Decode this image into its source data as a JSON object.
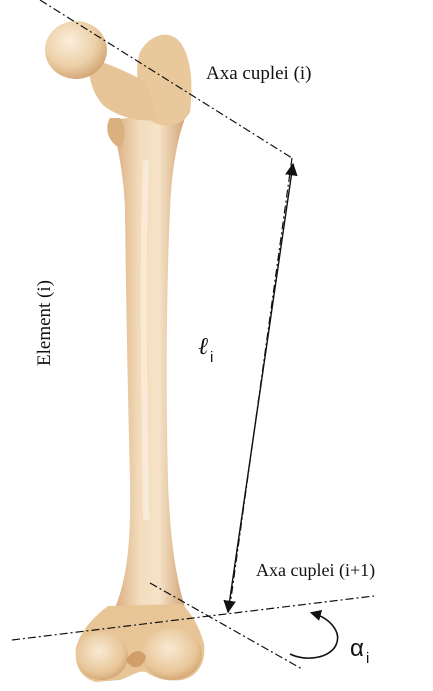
{
  "labels": {
    "axis_upper": "Axa cuplei (i)",
    "axis_lower": "Axa cuplei (i+1)",
    "element": "Element (i)",
    "length_symbol": "ℓ",
    "length_subscript": "i",
    "angle_symbol": "α",
    "angle_subscript": "i"
  },
  "colors": {
    "bone_fill": "#eccfa6",
    "bone_shade": "#d9b07e",
    "bone_highlight": "#f8e8cf",
    "line": "#111111"
  },
  "icons": {
    "bone": "femur-illustration",
    "length_arrow": "double-headed-arrow",
    "angle_arrow": "curved-rotation-arrow"
  }
}
